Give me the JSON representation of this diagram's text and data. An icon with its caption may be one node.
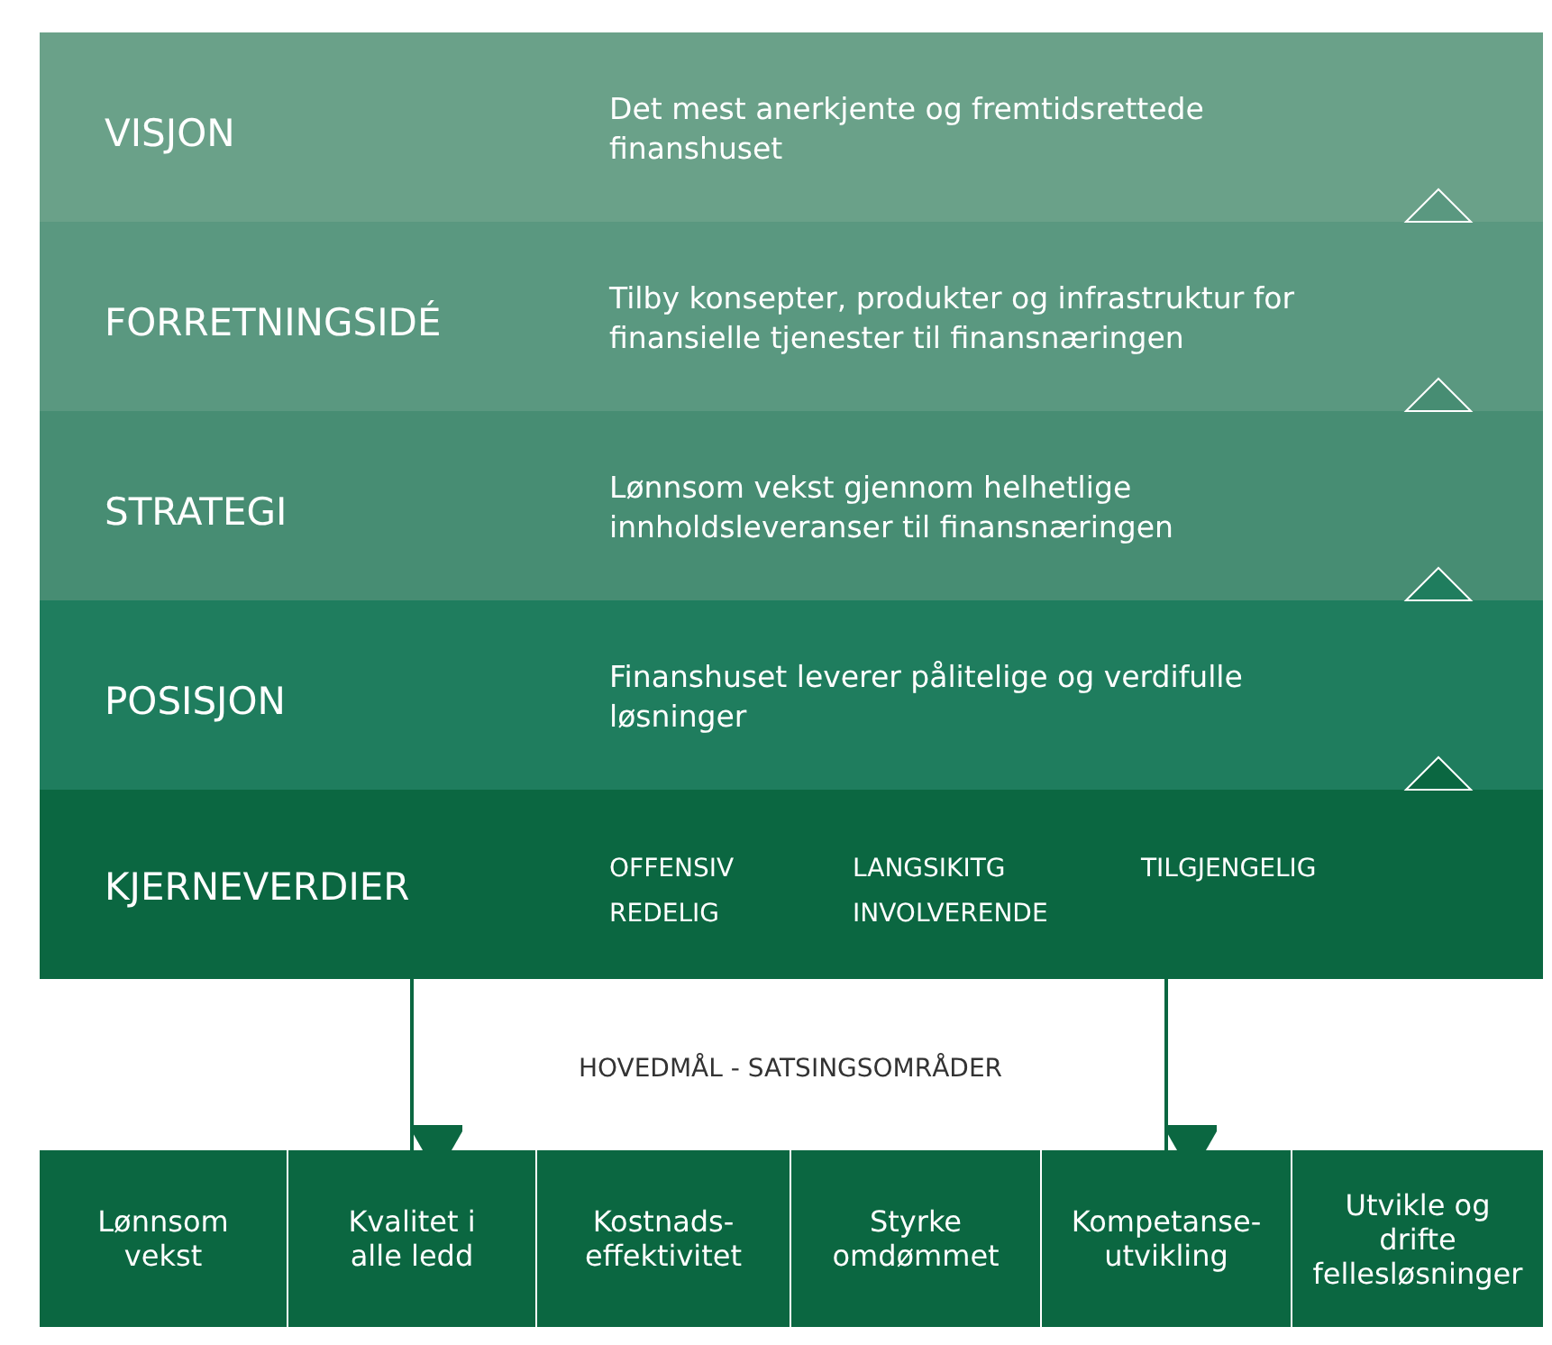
{
  "diagram": {
    "nodes": [
      {
        "text": [
          "VISJON",
          "Det mest anerkjente og fremtidsrettede finanshuset"
        ]
      },
      {
        "text": [
          "FORRETNINGSIDÉ",
          "Tilby konsepter, produkter og infrastruktur for finansielle tjenester til finansnæringen"
        ]
      },
      {
        "text": [
          "STRATEGI",
          "Lønnsom vekst gjennom helhetlige innholdsleveranser til finansnæringen"
        ]
      },
      {
        "text": [
          "POSISJON",
          "Finanshuset leverer pålitelige og verdifulle løsninger"
        ]
      },
      {
        "text": [
          "KJERNEVERDIER",
          "OFFENSIV",
          "LANGSIKITG",
          "TILGJENGELIG",
          "REDELIG",
          "INVOLVERENDE"
        ]
      },
      {
        "text": [
          "Lønnsom vekst"
        ]
      },
      {
        "text": [
          "Kvalitet i alle ledd"
        ]
      },
      {
        "text": [
          "Kostnads- effektivitet"
        ]
      },
      {
        "text": [
          "Styrke omdømmet"
        ]
      },
      {
        "text": [
          "Kompetanse- utvikling"
        ]
      },
      {
        "text": [
          "Utvikle og drifte fellesløsninger"
        ]
      }
    ],
    "edges": [
      {
        "from": 4,
        "to": 6,
        "arrow": "to"
      },
      {
        "from": 4,
        "to": 9,
        "arrow": "to"
      }
    ],
    "labels": [
      "HOVEDMÅL - SATSINGSOMRÅDER"
    ]
  }
}
